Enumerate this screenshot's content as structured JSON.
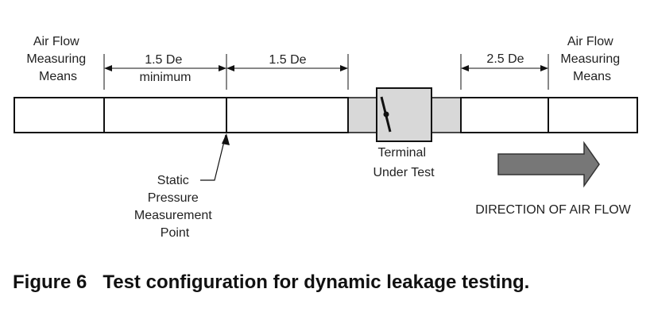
{
  "labels": {
    "left_means": [
      "Air Flow",
      "Measuring",
      "Means"
    ],
    "dim_1": [
      "1.5 De",
      "minimum"
    ],
    "dim_2": "1.5 De",
    "dim_3": "2.5 De",
    "right_means": [
      "Air Flow",
      "Measuring",
      "Means"
    ],
    "terminal": [
      "Terminal",
      "Under Test"
    ],
    "static_point": [
      "Static",
      "Pressure",
      "Measurement",
      "Point"
    ],
    "direction": "DIRECTION OF AIR FLOW"
  },
  "caption": {
    "number": "Figure 6",
    "text": "Test configuration for dynamic leakage testing."
  },
  "colors": {
    "duct": "#ffffff",
    "duct_stroke": "#111111",
    "terminal_fill": "#d8d8d8",
    "arrow_fill": "#777777"
  }
}
